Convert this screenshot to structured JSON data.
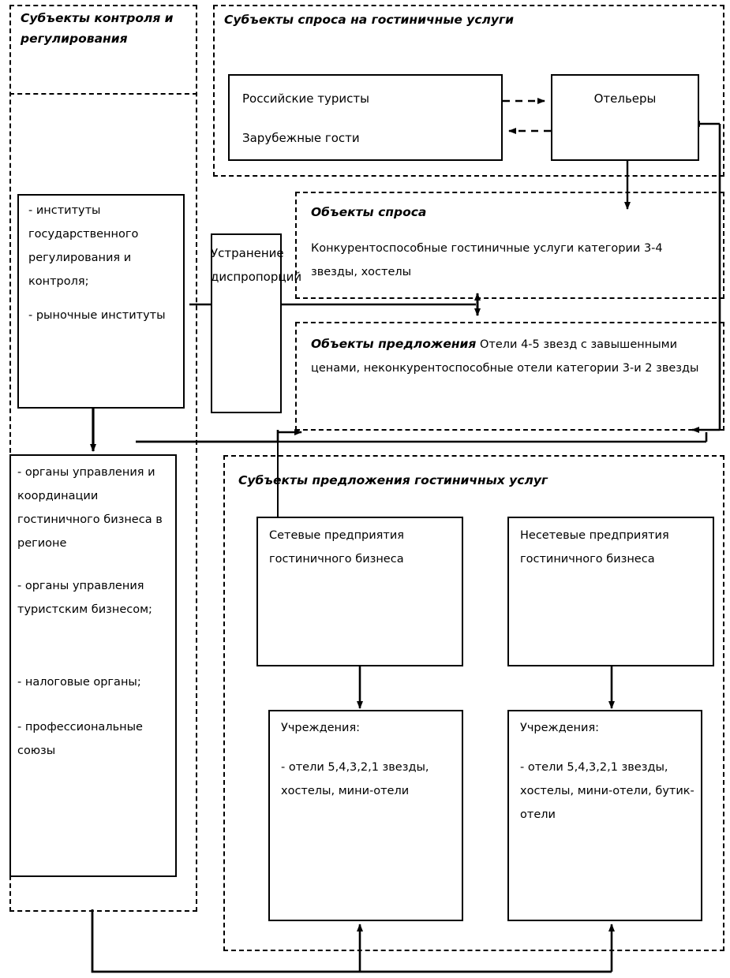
{
  "diagram": {
    "title_hidden": "",
    "panels": {
      "control_subjects": {
        "title": "Субъекты контроля и регулирования"
      },
      "demand_subjects": {
        "title": "Субъекты спроса на гостиничные услуги"
      },
      "demand_objects": {
        "title": "Объекты спроса",
        "body": "Конкурентоспособные гостиничные услуги категории 3-4 звезды, хостелы"
      },
      "supply_objects": {
        "title": "Объекты  предложения",
        "body": "Отели  4-5 звезд с завышенными ценами, неконкурентоспособные отели категории 3-и 2 звезды"
      },
      "supply_subjects": {
        "title": "Субъекты предложения гостиничных услуг"
      }
    },
    "boxes": {
      "tourists": {
        "line1": "Российские туристы",
        "line2": "Зарубежные гости"
      },
      "hoteliers": {
        "label": "Отельеры"
      },
      "institutions": {
        "item1": "- институты  государственного регулирования и контроля;",
        "item2": "- рыночные институты"
      },
      "disproportion": {
        "label": "Устранение диспропорций"
      },
      "authorities": {
        "item1": "- органы управления и координации гостиничного бизнеса в регионе",
        "item2": "- органы управления туристским бизнесом;",
        "item3": "- налоговые органы;",
        "item4": "- профессиональные союзы"
      },
      "chain_enterprises": {
        "label": "Сетевые предприятия гостиничного бизнеса"
      },
      "nonchain_enterprises": {
        "label": "Несетевые предприятия гостиничного бизнеса"
      },
      "chain_facilities": {
        "heading": "Учреждения:",
        "body": "- отели 5,4,3,2,1 звезды, хостелы, мини-отели"
      },
      "nonchain_facilities": {
        "heading": "Учреждения:",
        "body": "- отели 5,4,3,2,1 звезды, хостелы, мини-отели, бутик-отели"
      }
    },
    "colors": {
      "line": "#000000",
      "background": "#ffffff"
    }
  }
}
